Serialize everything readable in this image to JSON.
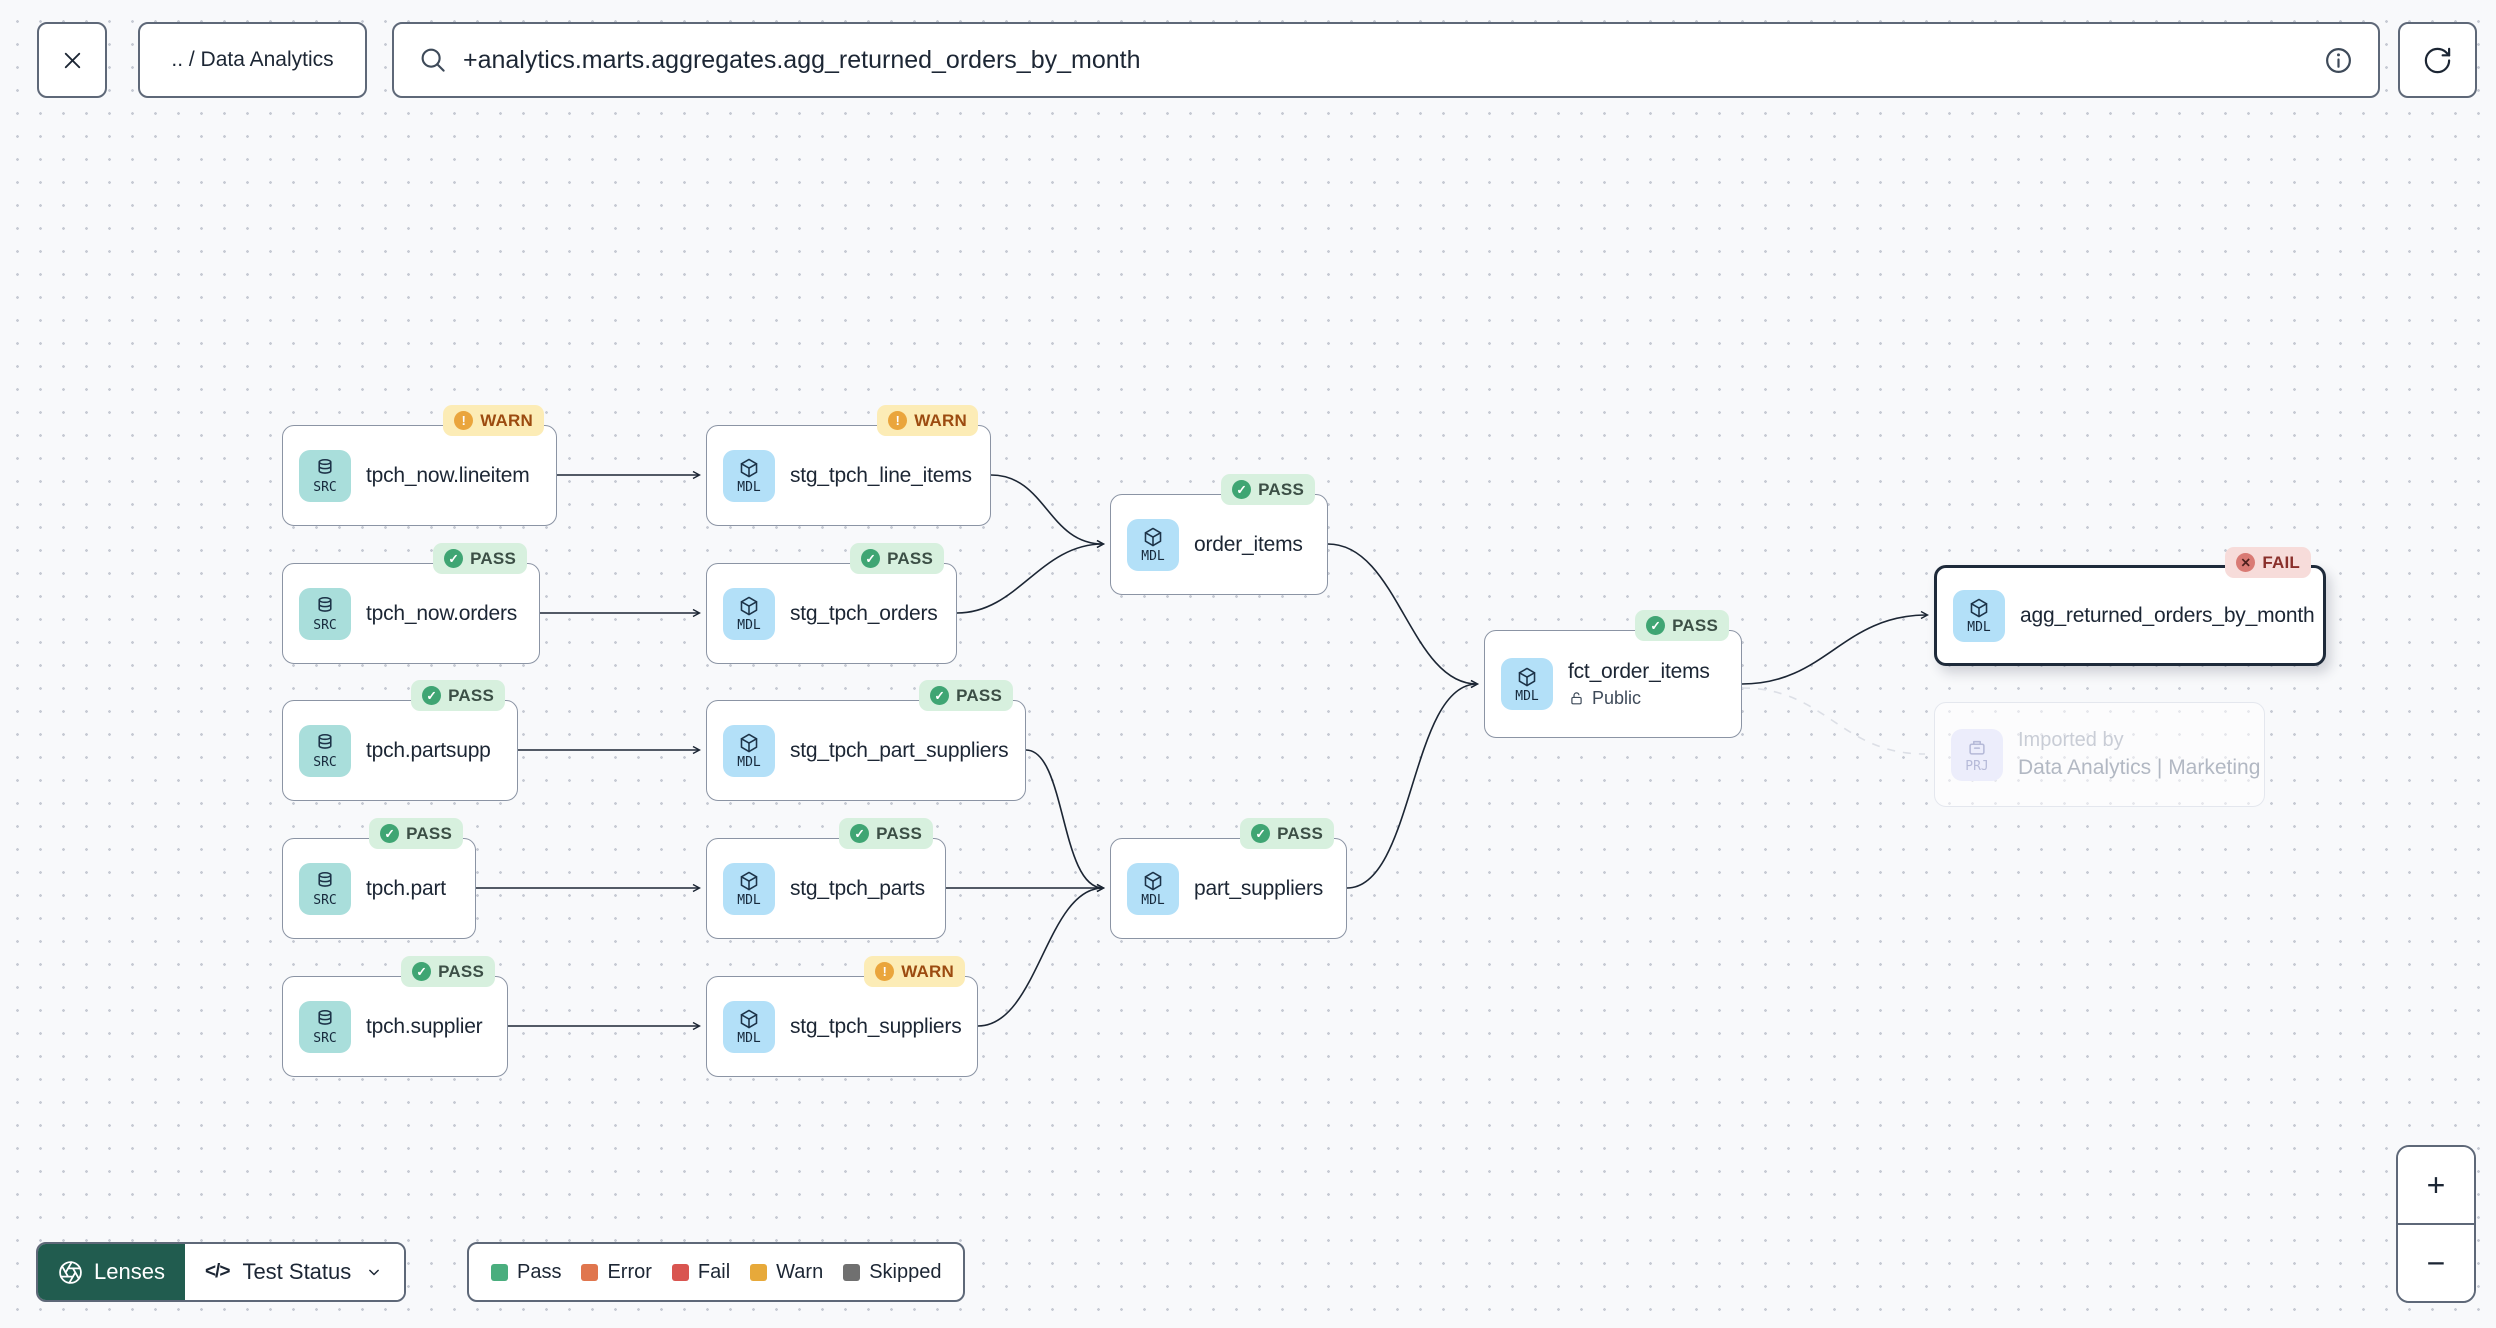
{
  "topbar": {
    "breadcrumb": ".. / Data Analytics",
    "search_value": "+analytics.marts.aggregates.agg_returned_orders_by_month"
  },
  "nodes": [
    {
      "type": "SRC",
      "title": "tpch_now.lineitem",
      "status": "WARN"
    },
    {
      "type": "MDL",
      "title": "stg_tpch_line_items",
      "status": "WARN"
    },
    {
      "type": "SRC",
      "title": "tpch_now.orders",
      "status": "PASS"
    },
    {
      "type": "MDL",
      "title": "stg_tpch_orders",
      "status": "PASS"
    },
    {
      "type": "MDL",
      "title": "order_items",
      "status": "PASS"
    },
    {
      "type": "SRC",
      "title": "tpch.partsupp",
      "status": "PASS"
    },
    {
      "type": "MDL",
      "title": "stg_tpch_part_suppliers",
      "status": "PASS"
    },
    {
      "type": "SRC",
      "title": "tpch.part",
      "status": "PASS"
    },
    {
      "type": "MDL",
      "title": "stg_tpch_parts",
      "status": "PASS"
    },
    {
      "type": "MDL",
      "title": "part_suppliers",
      "status": "PASS"
    },
    {
      "type": "SRC",
      "title": "tpch.supplier",
      "status": "PASS"
    },
    {
      "type": "MDL",
      "title": "stg_tpch_suppliers",
      "status": "WARN"
    },
    {
      "type": "MDL",
      "title": "fct_order_items",
      "subtitle": "Public",
      "status": "PASS"
    },
    {
      "type": "MDL",
      "title": "agg_returned_orders_by_month",
      "status": "FAIL",
      "selected": true
    },
    {
      "type": "PRJ",
      "line1": "Imported by",
      "line2": "Data Analytics | Marketing"
    }
  ],
  "controls": {
    "lenses_label": "Lenses",
    "code_glyph": "</>",
    "selected_lens": "Test Status"
  },
  "legend": {
    "items": [
      {
        "label": "Pass",
        "color": "#4aae7e"
      },
      {
        "label": "Error",
        "color": "#e0764e"
      },
      {
        "label": "Fail",
        "color": "#d95550"
      },
      {
        "label": "Warn",
        "color": "#e7a93a"
      },
      {
        "label": "Skipped",
        "color": "#707070"
      }
    ]
  },
  "zoom_controls": {
    "zoom_in": "+",
    "zoom_out": "−"
  },
  "colors": {
    "canvas_bg": "#f8f9fb",
    "node_border": "#8b94a4",
    "selected_border": "#1e2a3a",
    "src_chip": "#a9dedb",
    "mdl_chip": "#b3e0f8",
    "prj_chip": "#ecedfb",
    "pass_bg": "#d7f0de",
    "warn_bg": "#fcecb6",
    "fail_bg": "#f7dcda",
    "lenses_bg": "#215c4f",
    "edge": "#1c2634"
  }
}
